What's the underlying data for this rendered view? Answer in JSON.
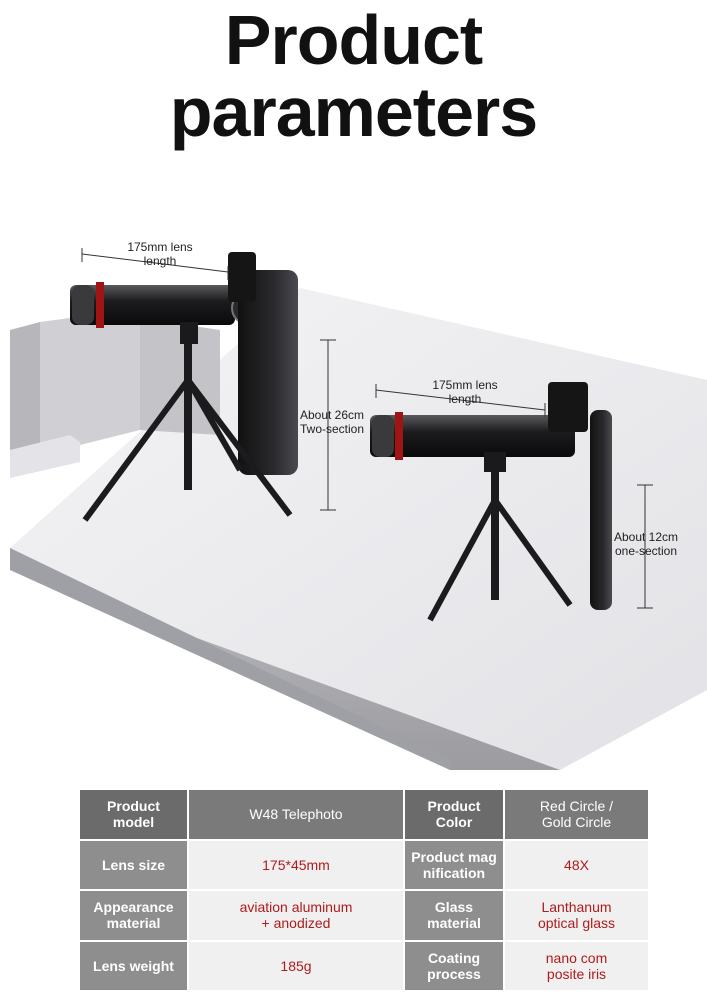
{
  "title": {
    "line1": "Product",
    "line2": "parameters"
  },
  "annotations": {
    "left_length_1": "175mm lens",
    "left_length_2": "length",
    "left_height_1": "About 26cm",
    "left_height_2": "Two-section",
    "right_length_1": "175mm lens",
    "right_length_2": "length",
    "right_height_1": "About 12cm",
    "right_height_2": "one-section"
  },
  "specs": [
    {
      "label1": "Product",
      "label2": "model",
      "value1": "W48 Telephoto",
      "value2": "",
      "label3": "Product",
      "label4": "Color",
      "value3": "Red Circle /",
      "value4": "Gold Circle"
    },
    {
      "label1": "Lens size",
      "label2": "",
      "value1": "175*45mm",
      "value2": "",
      "label3": "Product mag",
      "label4": "nification",
      "value3": "48X",
      "value4": ""
    },
    {
      "label1": "Appearance",
      "label2": "material",
      "value1": "aviation aluminum",
      "value2": "+ anodized",
      "label3": "Glass",
      "label4": "material",
      "value3": "Lanthanum",
      "value4": "optical glass"
    },
    {
      "label1": "Lens weight",
      "label2": "",
      "value1": "185g",
      "value2": "",
      "label3": "Coating",
      "label4": "process",
      "value3": "nano com",
      "value4": "posite iris"
    }
  ],
  "colors": {
    "header_cell": "#8e8e8e",
    "value_text": "#b01b1b",
    "value_bg": "#f0f0f0"
  }
}
